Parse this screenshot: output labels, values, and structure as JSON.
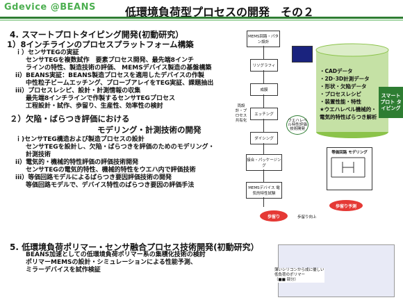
{
  "header": {
    "brand": "Gdevice @BEANS",
    "title": "低環境負荷型プロセスの開発　その２"
  },
  "section4": {
    "heading": "4. スマートプロトタイピング開発(初動研究）",
    "sub1": "1）8インチラインのプロセスプラットフォーム構築",
    "i_title": "ｉ）センサTEGの実証",
    "i_lines": [
      "センサTEGを複数試作　要素プロセス開発、最先端8インチ",
      "ラインの特性、製造技術の評価、 MEMSデバイス製造の基盤構築"
    ],
    "ii_title": "ii）BEANS実証：BEANS製造プロセスを適用したデバイスの作製",
    "ii_lines": [
      "中性粒子ビームエッチング、プローブアレイをTEG実証、課題抽出"
    ],
    "iii_title": "iii）プロセスレシピ、設計・計測情報の収集",
    "iii_lines": [
      "最先端8インチラインで作製するセンサTEGプロセス",
      "工程設計・試作、歩留り、生産性、効率性の検討"
    ],
    "sub2a": "２）欠陥・ばらつき評価における",
    "sub2b": "モデリング・計測技術の開発",
    "b_i_title": "ｉ)センサTEG構造および製造プロセスの設計",
    "b_i_lines": [
      "センサTEGを設計し、欠陥・ばらつきを評価のためのモデリング・",
      "計測技術"
    ],
    "b_ii_title": "ii）電気的・機械的特性評価の評価技術開発",
    "b_ii_lines": [
      "センサTEGの電気的特性、機械的特性をウエハ内で評価技術"
    ],
    "b_iii_title": "iii）等価回路モデルによるばらつき要因評価技術の開発",
    "b_iii_lines": [
      "等価回路モデルで、デバイス特性のばらつき要因の評価手法"
    ]
  },
  "section5": {
    "heading": "5. 低環境負荷ポリマー・センサ融合プロセス技術開発(初動研究）",
    "lines": [
      "BEANS加速としての低環境負荷ポリマー系の集積化技術の検討",
      "ポリマーMEMSの設計・シミュレーションによる性能予測、",
      "ミラーデバイスを試作検証"
    ]
  },
  "flow": {
    "steps": [
      "MEMS回路・パタン設計",
      "リソグラフィ",
      "成膜",
      "エッチング",
      "ダイシング",
      "接合・パッケージング",
      "MEMSデバイス 電気的特性試験"
    ],
    "side_label": "両設計・プロセス共有化",
    "wafer_label": "ウエハレベル特性評価技術開発",
    "data_items": [
      "・CADデータ",
      "・2D･3D計測データ",
      "・形状・欠陥データ",
      "・プロセスレシピ",
      "・装置性能・特性",
      "★ウエハレベル機械的・",
      "電気的特性ばらつき解析"
    ],
    "smart_label": "スマート プロト タイピング",
    "circuit_label": "等価回路 モデリング",
    "yield_predict": "歩留り予測",
    "yield": "歩留り",
    "yield_up": "歩留り向上",
    "photo_caption_1": "薄いシリコンから成に優しい低負荷のポリマー",
    "photo_caption_2": "（■■ 部分）"
  }
}
